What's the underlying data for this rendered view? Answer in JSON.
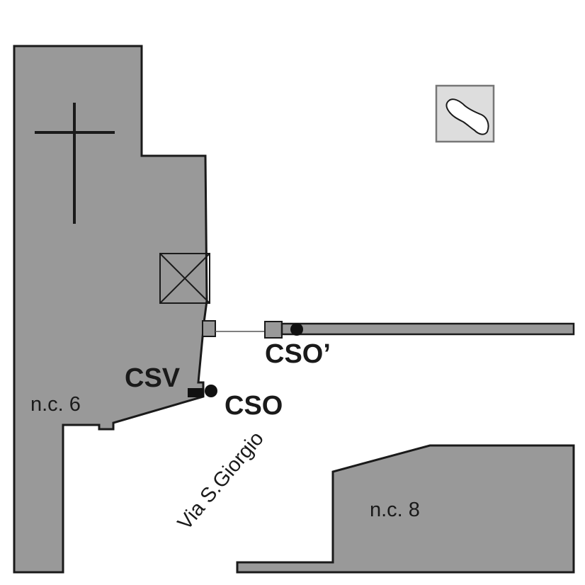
{
  "map": {
    "labels": {
      "csv": "CSV",
      "cso": "CSO",
      "cso_prime": "CSO’",
      "building_left": "n.c. 6",
      "building_right": "n.c. 8",
      "street": "Via S.Giorgio"
    },
    "symbols": {
      "church": "cross-icon",
      "bell_tower": "crossed-square-icon",
      "statue": "statue-icon",
      "measurement_point": "dot-marker"
    },
    "colors": {
      "building_fill": "#999999",
      "outline": "#1a1a1a",
      "statue_box_fill": "#dddddd",
      "statue_box_stroke": "#777777",
      "background": "#ffffff"
    }
  }
}
